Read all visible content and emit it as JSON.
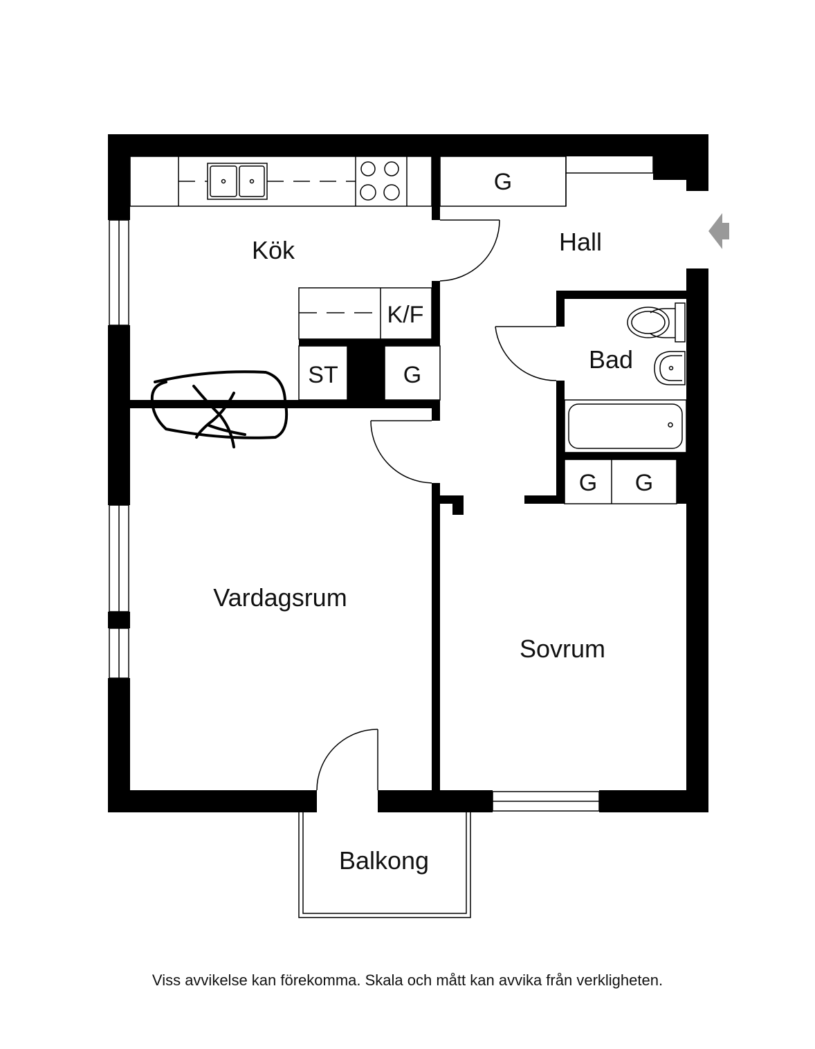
{
  "rooms": {
    "kitchen": "Kök",
    "hall": "Hall",
    "bath": "Bad",
    "living": "Vardagsrum",
    "bedroom": "Sovrum",
    "balcony": "Balkong"
  },
  "fixtures": {
    "hall_wardrobe": "G",
    "fridge_freezer": "K/F",
    "storage": "ST",
    "kitchen_wardrobe": "G",
    "bedroom_wardrobe_1": "G",
    "bedroom_wardrobe_2": "G"
  },
  "disclaimer": "Viss avvikelse kan förekomma. Skala och mått kan avvika från verkligheten."
}
